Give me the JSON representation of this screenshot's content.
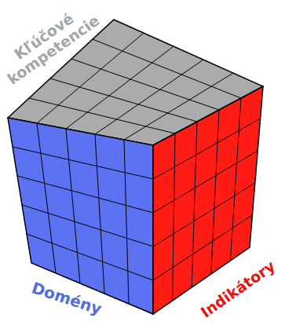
{
  "diagram": {
    "labels": [
      "Kľúčové kompetencie",
      "Domény",
      "Indikátory"
    ]
  }
}
